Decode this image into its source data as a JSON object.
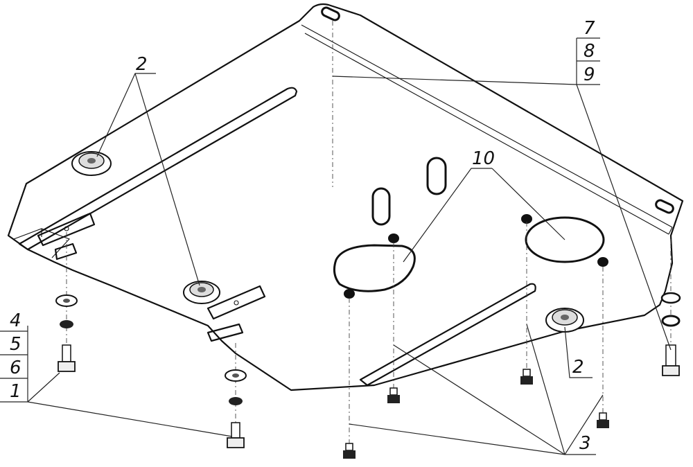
{
  "callouts": {
    "c1": "1",
    "c2_top": "2",
    "c2_right": "2",
    "c3": "3",
    "c4": "4",
    "c5": "5",
    "c6": "6",
    "c7": "7",
    "c8": "8",
    "c9": "9",
    "c10": "10"
  },
  "colors": {
    "line": "#111111",
    "background": "#ffffff"
  }
}
